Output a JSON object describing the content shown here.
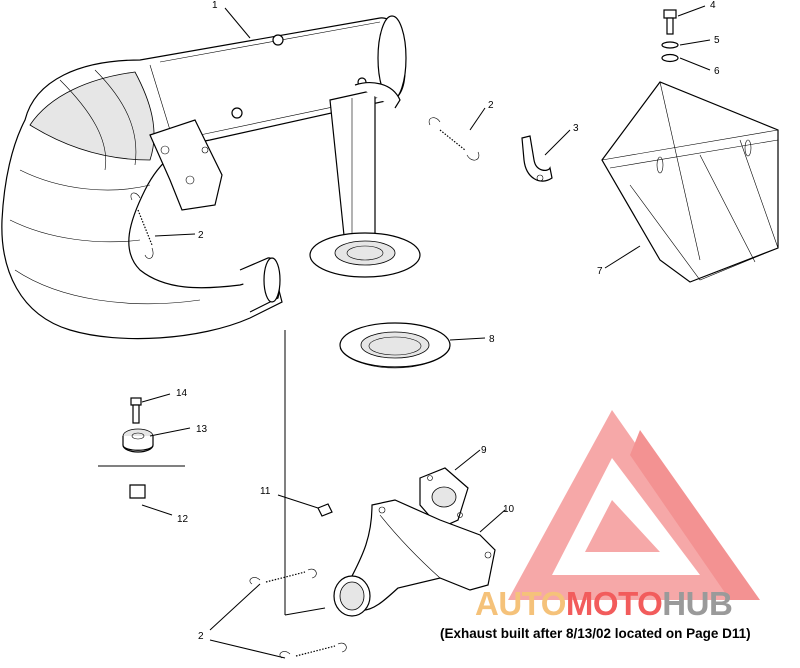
{
  "callouts": {
    "c1": "1",
    "c2a": "2",
    "c2b": "2",
    "c2c": "2",
    "c3": "3",
    "c4": "4",
    "c5": "5",
    "c6": "6",
    "c7": "7",
    "c8": "8",
    "c9": "9",
    "c10": "10",
    "c11": "11",
    "c12": "12",
    "c13": "13",
    "c14": "14"
  },
  "watermark": {
    "part1": "AUTO",
    "part2": "MOTO",
    "part3": "HUB",
    "color_gold": "#f5c27a",
    "color_red": "#f25c5c",
    "color_gray": "#9a9a9a"
  },
  "caption": "(Exhaust built after 8/13/02 located on Page D11)"
}
